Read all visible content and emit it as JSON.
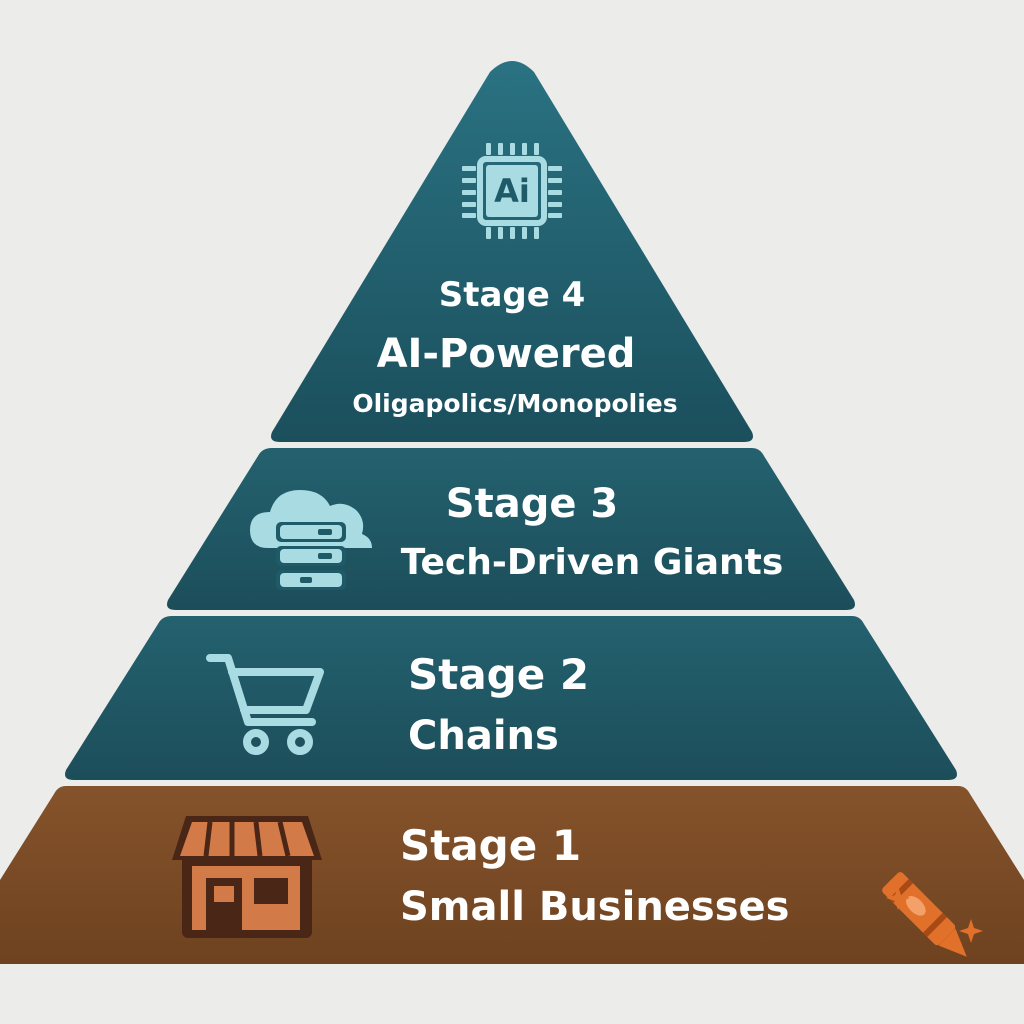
{
  "colors": {
    "background": "#ececea",
    "tier_teal": "#1f5a68",
    "tier_teal_light": "#2a6e7c",
    "tier_brown": "#7a4a24",
    "icon_light": "#a9dbe3",
    "store_orange": "#d27a48",
    "store_dark": "#4a2616",
    "crayon_orange": "#e0702a"
  },
  "pyramid": {
    "stages": [
      {
        "id": "stage-4",
        "stage_label": "Stage 4",
        "title": "AI-Powered",
        "subtitle": "Oligapolics/Monopolies",
        "icon": "ai-chip-icon",
        "icon_text": "Ai"
      },
      {
        "id": "stage-3",
        "stage_label": "Stage 3",
        "title": "Tech-Driven Giants",
        "icon": "cloud-server-icon"
      },
      {
        "id": "stage-2",
        "stage_label": "Stage 2",
        "title": "Chains",
        "icon": "shopping-cart-icon"
      },
      {
        "id": "stage-1",
        "stage_label": "Stage 1",
        "title": "Small Businesses",
        "icon": "storefront-icon"
      }
    ]
  },
  "decoration": {
    "icon": "crayon-icon"
  }
}
